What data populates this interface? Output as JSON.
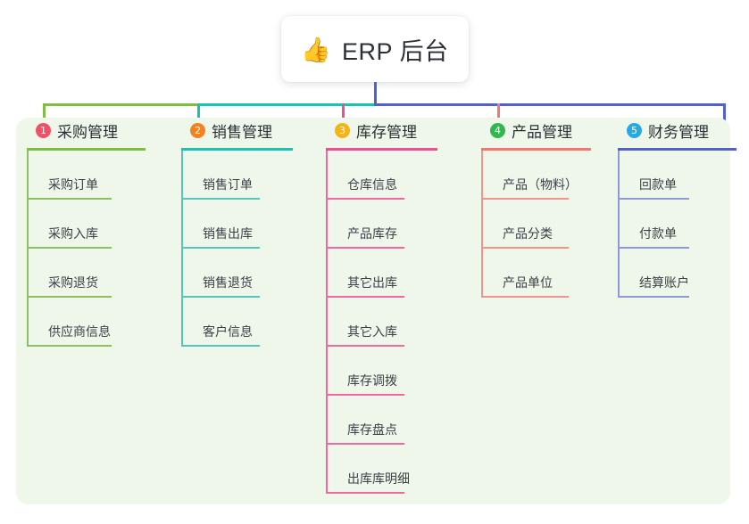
{
  "diagram": {
    "type": "mind-map",
    "title": "ERP 后台",
    "root": {
      "icon": "thumbs-up-icon",
      "icon_glyph": "👍",
      "label": "ERP 后台"
    },
    "panel_background": "#eef7e9",
    "connectors": {
      "stem_color": "#5161c8",
      "bus_left_color": "#7fbe43",
      "bus_mid_color": "#18c2b4",
      "bus_right_color": "#5161c8",
      "drops": [
        "#7fbe43",
        "#18c2b4",
        "#ef4d91",
        "#f4766f",
        "#5161c8"
      ]
    },
    "columns": [
      {
        "number": "1",
        "badge_color": "#f05064",
        "rule_color": "#7fbe43",
        "line_color": "#8cc063",
        "label": "采购管理",
        "items": [
          "采购订单",
          "采购入库",
          "采购退货",
          "供应商信息"
        ]
      },
      {
        "number": "2",
        "badge_color": "#f5821f",
        "rule_color": "#18c2b4",
        "line_color": "#56c6bd",
        "label": "销售管理",
        "items": [
          "销售订单",
          "销售出库",
          "销售退货",
          "客户信息"
        ]
      },
      {
        "number": "3",
        "badge_color": "#f5b316",
        "rule_color": "#ef4d91",
        "line_color": "#ef68a0",
        "label": "库存管理",
        "items": [
          "仓库信息",
          "产品库存",
          "其它出库",
          "其它入库",
          "库存调拨",
          "库存盘点",
          "出库库明细"
        ]
      },
      {
        "number": "4",
        "badge_color": "#2eb84f",
        "rule_color": "#f4766f",
        "line_color": "#f4928c",
        "label": "产品管理",
        "items": [
          "产品（物料）",
          "产品分类",
          "产品单位"
        ]
      },
      {
        "number": "5",
        "badge_color": "#27a9e3",
        "rule_color": "#5161c8",
        "line_color": "#8e9ad8",
        "label": "财务管理",
        "items": [
          "回款单",
          "付款单",
          "结算账户"
        ]
      }
    ]
  }
}
